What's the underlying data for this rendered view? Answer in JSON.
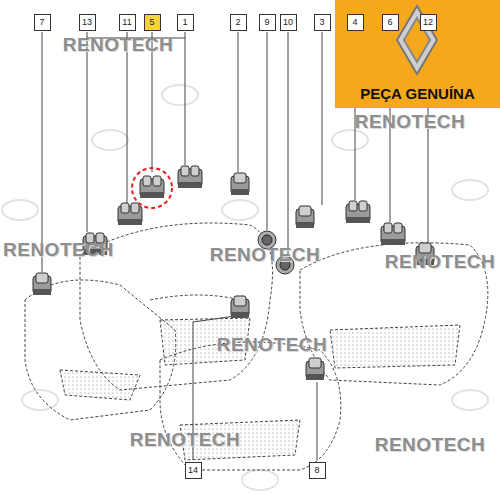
{
  "diagram": {
    "nodes": [
      {
        "text": [
          "PEÇA GENUÍNA"
        ]
      }
    ],
    "labels": [
      "7",
      "13",
      "11",
      "5",
      "1",
      "2",
      "9",
      "10",
      "3",
      "4",
      "6",
      "12",
      "14",
      "8",
      "RENOTECH",
      "RENOTECH",
      "RENOTECH",
      "RENOTECH",
      "RENOTECH",
      "RENOTECH",
      "RENOTECH",
      "RENOTECH"
    ]
  }
}
